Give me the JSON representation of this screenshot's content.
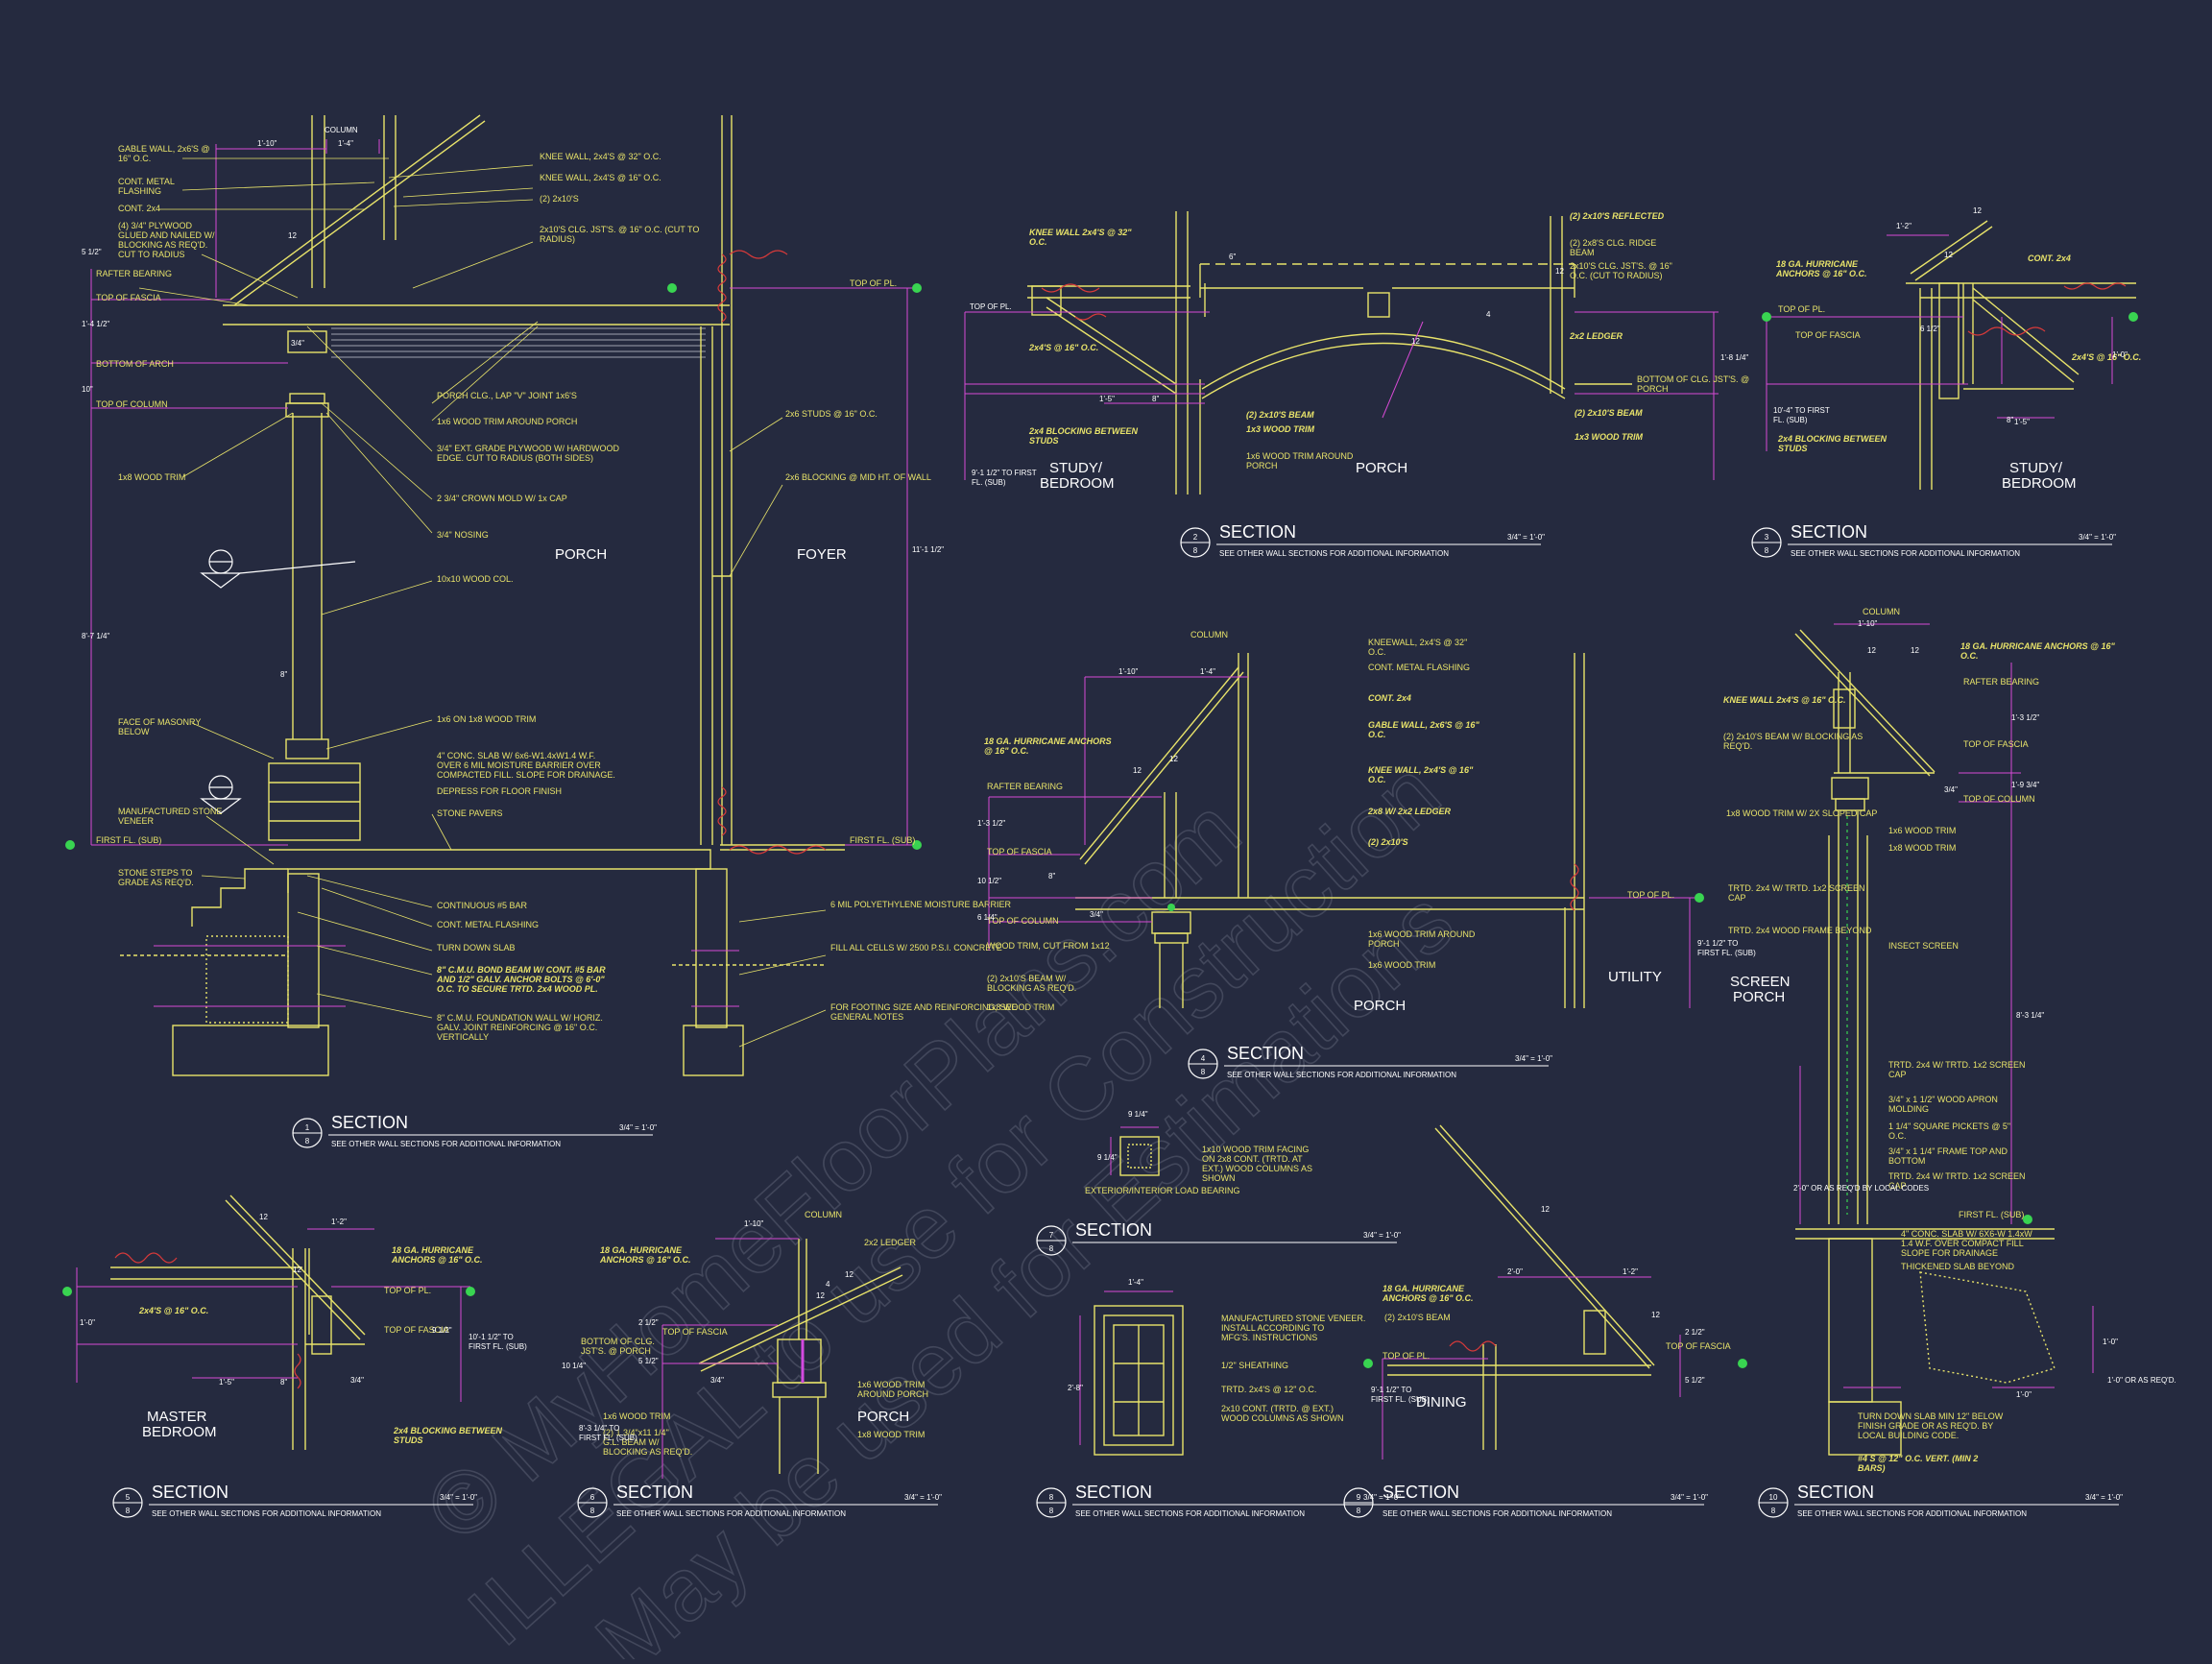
{
  "watermark": {
    "line1": "© MyHomeFloorPlans.com",
    "line2": "ILLEGAL to use for Construction",
    "line3": "May be used for Estimations"
  },
  "section_title": "SECTION",
  "section_sub": "SEE OTHER WALL SECTIONS FOR ADDITIONAL INFORMATION",
  "scale": "3/4\" = 1'-0\"",
  "sections": [
    {
      "num": "1",
      "sheet": "8"
    },
    {
      "num": "2",
      "sheet": "8"
    },
    {
      "num": "3",
      "sheet": "8"
    },
    {
      "num": "4",
      "sheet": "8"
    },
    {
      "num": "5",
      "sheet": "8"
    },
    {
      "num": "6",
      "sheet": "8"
    },
    {
      "num": "7",
      "sheet": "8"
    },
    {
      "num": "8",
      "sheet": "8"
    },
    {
      "num": "9",
      "sheet": "8"
    },
    {
      "num": "10",
      "sheet": "8"
    }
  ],
  "s1": {
    "rooms": [
      "PORCH",
      "FOYER"
    ],
    "levels": [
      "TOP OF FASCIA",
      "BOTTOM OF ARCH",
      "TOP OF COLUMN",
      "TOP OF PL.",
      "FIRST FL. (SUB)"
    ],
    "left_notes": [
      "GABLE WALL, 2x6'S @ 16\" O.C.",
      "CONT. METAL FLASHING",
      "CONT. 2x4",
      "(4) 3/4\" PLYWOOD GLUED AND NAILED W/ BLOCKING AS REQ'D. CUT TO RADIUS",
      "RAFTER BEARING",
      "1x8 WOOD TRIM",
      "FACE OF MASONRY BELOW",
      "MANUFACTURED STONE VENEER",
      "STONE STEPS TO GRADE AS REQ'D."
    ],
    "right_notes": [
      "KNEE WALL, 2x4'S @ 32\" O.C.",
      "KNEE WALL, 2x4'S @ 16\" O.C.",
      "(2) 2x10'S",
      "2x10'S CLG. JST'S. @ 16\" O.C. (CUT TO RADIUS)",
      "PORCH CLG., LAP \"V\" JOINT 1x6'S",
      "1x6 WOOD TRIM AROUND PORCH",
      "3/4\" EXT. GRADE PLYWOOD W/ HARDWOOD EDGE. CUT TO RADIUS (BOTH SIDES)",
      "2 3/4\" CROWN MOLD W/ 1x CAP",
      "3/4\" NOSING",
      "10x10 WOOD COL.",
      "1x6 ON 1x8 WOOD TRIM",
      "4\" CONC. SLAB W/ 6x6-W1.4xW1.4 W.F. OVER 6 MIL MOISTURE BARRIER OVER COMPACTED FILL. SLOPE FOR DRAINAGE.",
      "DEPRESS FOR FLOOR FINISH",
      "STONE PAVERS",
      "CONTINUOUS #5 BAR",
      "CONT. METAL FLASHING",
      "TURN DOWN SLAB",
      "8\" C.M.U. BOND BEAM W/ CONT. #5 BAR AND 1/2\" GALV. ANCHOR BOLTS @ 6'-0\" O.C. TO SECURE TRTD. 2x4 WOOD PL.",
      "8\" C.M.U. FOUNDATION WALL W/ HORIZ. GALV. JOINT REINFORCING @ 16\" O.C. VERTICALLY",
      "2x6 STUDS @ 16\" O.C.",
      "2x6 BLOCKING @ MID HT. OF WALL",
      "6 MIL POLYETHYLENE MOISTURE BARRIER",
      "FILL ALL CELLS W/ 2500 P.S.I. CONCRETE",
      "FOR FOOTING SIZE AND REINFORCING, SEE GENERAL NOTES"
    ],
    "dims": [
      "1'-10\"",
      "1'-4\"",
      "COLUMN",
      "5 1/2\"",
      "1'-4 1/2\"",
      "10\"",
      "8'-7 1/4\"",
      "11'-1 1/2\"",
      "8\"",
      "12",
      "3/4\""
    ]
  },
  "s2": {
    "rooms": [
      "STUDY/",
      "BEDROOM",
      "PORCH"
    ],
    "notes": [
      "KNEE WALL 2x4'S @ 32\" O.C.",
      "2x4'S @ 16\" O.C.",
      "2x4 BLOCKING BETWEEN STUDS",
      "(2) 2x10'S REFLECTED",
      "(2) 2x8'S CLG. RIDGE BEAM",
      "2x10'S CLG. JST'S. @ 16\" O.C. (CUT TO RADIUS)",
      "2x2 LEDGER",
      "BOTTOM OF CLG. JST'S. @ PORCH",
      "(2) 2x10'S BEAM",
      "1x3 WOOD TRIM",
      "1x6 WOOD TRIM AROUND PORCH",
      "(2) 2x10'S BEAM",
      "1x3 WOOD TRIM"
    ],
    "dims": [
      "TOP OF PL.",
      "1'-5\"",
      "8\"",
      "9'-1 1/2\" TO FIRST FL. (SUB)",
      "1'-8 1/4\"",
      "6\"",
      "12",
      "4",
      "12"
    ]
  },
  "s3": {
    "rooms": [
      "STUDY/",
      "BEDROOM"
    ],
    "notes": [
      "18 GA. HURRICANE ANCHORS @ 16\" O.C.",
      "CONT. 2x4",
      "TOP OF PL.",
      "TOP OF FASCIA",
      "2x4'S @ 16\" O.C.",
      "2x4 BLOCKING BETWEEN STUDS"
    ],
    "dims": [
      "1'-2\"",
      "12",
      "12",
      "10'-4\" TO FIRST FL. (SUB)",
      "8\"",
      "1'-5\"",
      "1'-0\"",
      "6 1/2\""
    ]
  },
  "s4": {
    "rooms": [
      "PORCH",
      "UTILITY"
    ],
    "notes": [
      "COLUMN",
      "KNEEWALL, 2x4'S @ 32\" O.C.",
      "CONT. METAL FLASHING",
      "CONT. 2x4",
      "GABLE WALL, 2x6'S @ 16\" O.C.",
      "KNEE WALL, 2x4'S @ 16\" O.C.",
      "2x8 W/ 2x2 LEDGER",
      "(2) 2x10'S",
      "18 GA. HURRICANE ANCHORS @ 16\" O.C.",
      "RAFTER BEARING",
      "TOP OF FASCIA",
      "TOP OF COLUMN",
      "WOOD TRIM, CUT FROM 1x12",
      "(2) 2x10'S BEAM W/ BLOCKING AS REQ'D.",
      "1x8 WOOD TRIM",
      "1x6 WOOD TRIM AROUND PORCH",
      "1x6 WOOD TRIM",
      "TOP OF PL."
    ],
    "dims": [
      "1'-10\"",
      "1'-4\"",
      "12",
      "12",
      "1'-3 1/2\"",
      "10 1/2\"",
      "8\"",
      "6 1/4\"",
      "9'-1 1/2\" TO FIRST FL. (SUB)",
      "3/4\""
    ]
  },
  "s5": {
    "rooms": [
      "MASTER",
      "BEDROOM"
    ],
    "notes": [
      "18 GA. HURRICANE ANCHORS @ 16\" O.C.",
      "2x4'S @ 16\" O.C.",
      "TOP OF PL.",
      "TOP OF FASCIA",
      "2x4 BLOCKING BETWEEN STUDS"
    ],
    "dims": [
      "12",
      "1'-2\"",
      "12",
      "9 1/2\"",
      "10'-1 1/2\" TO FIRST FL. (SUB)",
      "1'-5\"",
      "8\"",
      "1'-0\"",
      "3/4\""
    ]
  },
  "s6": {
    "rooms": [
      "PORCH"
    ],
    "notes": [
      "COLUMN",
      "18 GA. HURRICANE ANCHORS @ 16\" O.C.",
      "2x2 LEDGER",
      "BOTTOM OF CLG. JST'S. @ PORCH",
      "TOP OF FASCIA",
      "1x6 WOOD TRIM",
      "(2) 1 3/4\"x11 1/4\" G.L. BEAM W/ BLOCKING AS REQ'D.",
      "1x6 WOOD TRIM AROUND PORCH",
      "1x8 WOOD TRIM"
    ],
    "dims": [
      "1'-10\"",
      "12",
      "4",
      "12",
      "2 1/2\"",
      "5 1/2\"",
      "10 1/4\"",
      "8'-3 1/4\" TO FIRST FL. (SUB)",
      "3/4\""
    ]
  },
  "s7": {
    "notes": [
      "1x10 WOOD TRIM FACING ON 2x8 CONT. (TRTD. AT EXT.) WOOD COLUMNS AS SHOWN"
    ],
    "label": "EXTERIOR/INTERIOR LOAD BEARING",
    "dims": [
      "9 1/4\"",
      "9 1/4\""
    ]
  },
  "s8": {
    "notes": [
      "MANUFACTURED STONE VENEER. INSTALL ACCORDING TO MFG'S. INSTRUCTIONS",
      "1/2\" SHEATHING",
      "TRTD. 2x4'S @ 12\" O.C.",
      "2x10 CONT. (TRTD. @ EXT.) WOOD COLUMNS AS SHOWN"
    ],
    "dims": [
      "1'-4\"",
      "2'-8\""
    ]
  },
  "s9": {
    "rooms": [
      "DINING"
    ],
    "notes": [
      "18 GA. HURRICANE ANCHORS @ 16\" O.C.",
      "(2) 2x10'S BEAM",
      "TOP OF PL.",
      "TOP OF FASCIA"
    ],
    "dims": [
      "12",
      "2'-0\"",
      "1'-2\"",
      "12",
      "9'-1 1/2\" TO FIRST FL. (SUB)",
      "2 1/2\"",
      "5 1/2\""
    ]
  },
  "s10": {
    "rooms": [
      "SCREEN",
      "PORCH"
    ],
    "notes": [
      "COLUMN",
      "18 GA. HURRICANE ANCHORS @ 16\" O.C.",
      "RAFTER BEARING",
      "KNEE WALL 2x4'S @ 16\" O.C.",
      "(2) 2x10'S BEAM W/ BLOCKING AS REQ'D.",
      "TOP OF FASCIA",
      "TOP OF COLUMN",
      "1x8 WOOD TRIM W/ 2X SLOPED CAP",
      "1x6 WOOD TRIM",
      "1x8 WOOD TRIM",
      "TRTD. 2x4 W/ TRTD. 1x2 SCREEN CAP",
      "TRTD. 2x4 WOOD FRAME BEYOND",
      "INSECT SCREEN",
      "TRTD. 2x4 W/ TRTD. 1x2 SCREEN CAP",
      "3/4\" x 1 1/2\" WOOD APRON MOLDING",
      "1 1/4\" SQUARE PICKETS @ 5\" O.C.",
      "3/4\" x 1 1/4\" FRAME TOP AND BOTTOM",
      "TRTD. 2x4 W/ TRTD. 1x2 SCREEN CAP",
      "FIRST FL. (SUB)",
      "4\" CONC. SLAB W/ 6X6-W 1.4xW 1.4 W.F. OVER COMPACT FILL SLOPE FOR DRAINAGE",
      "THICKENED SLAB BEYOND",
      "TURN DOWN SLAB MIN 12\" BELOW FINISH GRADE OR AS REQ'D. BY LOCAL BUILDING CODE.",
      "#4 S @ 12\" O.C. VERT. (MIN 2 BARS)"
    ],
    "dims": [
      "1'-10\"",
      "12",
      "12",
      "1'-3 1/2\"",
      "1'-9 3/4\"",
      "3/4\"",
      "8'-3 1/4\"",
      "2'-0\" OR AS REQ'D BY LOCAL CODES",
      "1'-0\"",
      "1'-0\"",
      "1'-0\" OR AS REQ'D."
    ]
  },
  "colors": {
    "background": "#252a3f",
    "line": "#e8e36a",
    "dimension": "#d64ad4",
    "text": "#ffffff",
    "insulation": "#d83a3a",
    "marker": "#39d451",
    "gray": "#8c8f9c"
  }
}
